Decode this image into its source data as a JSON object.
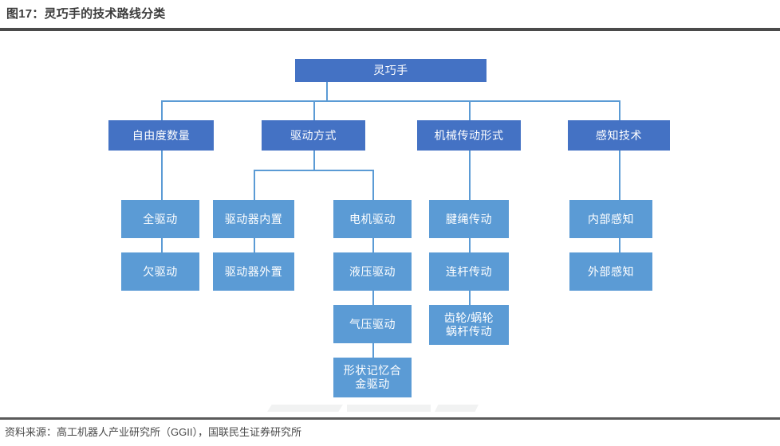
{
  "figure": {
    "title": "图17：灵巧手的技术路线分类",
    "source": "资料来源：高工机器人产业研究所（GGII），国联民生证券研究所"
  },
  "colors": {
    "level1_fill": "#4472c4",
    "level2_fill": "#4472c4",
    "level3_fill": "#5b9bd5",
    "connector": "#5b9bd5",
    "title_text": "#3c3c3c",
    "rule": "#4a4a4a",
    "node_text": "#ffffff"
  },
  "chart_data": {
    "type": "diagram",
    "diagram_type": "tree",
    "title": "图17：灵巧手的技术路线分类",
    "root": "灵巧手",
    "branches": [
      {
        "label": "自由度数量",
        "children": [
          "全驱动",
          "欠驱动"
        ]
      },
      {
        "label": "驱动方式",
        "children": [
          "驱动器内置",
          "驱动器外置"
        ],
        "children2": [
          "电机驱动",
          "液压驱动",
          "气压驱动",
          "形状记忆合金驱动"
        ]
      },
      {
        "label": "机械传动形式",
        "children": [
          "腱绳传动",
          "连杆传动",
          "齿轮/蜗轮蜗杆传动"
        ]
      },
      {
        "label": "感知技术",
        "children": [
          "内部感知",
          "外部感知"
        ]
      }
    ]
  },
  "nodes": {
    "root": "灵巧手",
    "l2": {
      "dof": "自由度数量",
      "drive": "驱动方式",
      "mech": "机械传动形式",
      "sense": "感知技术"
    },
    "col_dof": {
      "a": "全驱动",
      "b": "欠驱动"
    },
    "col_actuator": {
      "a": "驱动器内置",
      "b": "驱动器外置"
    },
    "col_drive": {
      "a": "电机驱动",
      "b": "液压驱动",
      "c": "气压驱动",
      "d_line1": "形状记忆合",
      "d_line2": "金驱动"
    },
    "col_mech": {
      "a": "腱绳传动",
      "b": "连杆传动",
      "c_line1": "齿轮/蜗轮",
      "c_line2": "蜗杆传动"
    },
    "col_sense": {
      "a": "内部感知",
      "b": "外部感知"
    }
  }
}
